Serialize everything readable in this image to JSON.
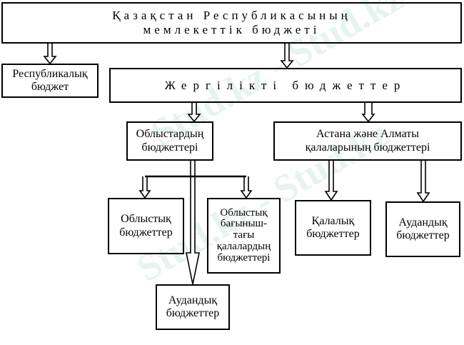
{
  "watermark": "Stud.kz",
  "nodes": {
    "state_budget": "Қазақстан Республикасының\nмемлекеттік бюджеті",
    "republican": "Республикалық\nбюджет",
    "local": "Жергілікті бюджеттер",
    "regional": "Облыстардың\nбюджеттері",
    "astana_almaty": "Астана және Алматы\nқалаларының бюджеттері",
    "oblast": "Облыстық\nбюджеттер",
    "subordinate_cities": "Облыстық\nбағыныш-\nтағы\nқалалардың\nбюджеттері",
    "district_bottom": "Аудандық\nбюджеттер",
    "city": "Қалалық\nбюджеттер",
    "district_right": "Аудандық\nбюджеттер"
  }
}
